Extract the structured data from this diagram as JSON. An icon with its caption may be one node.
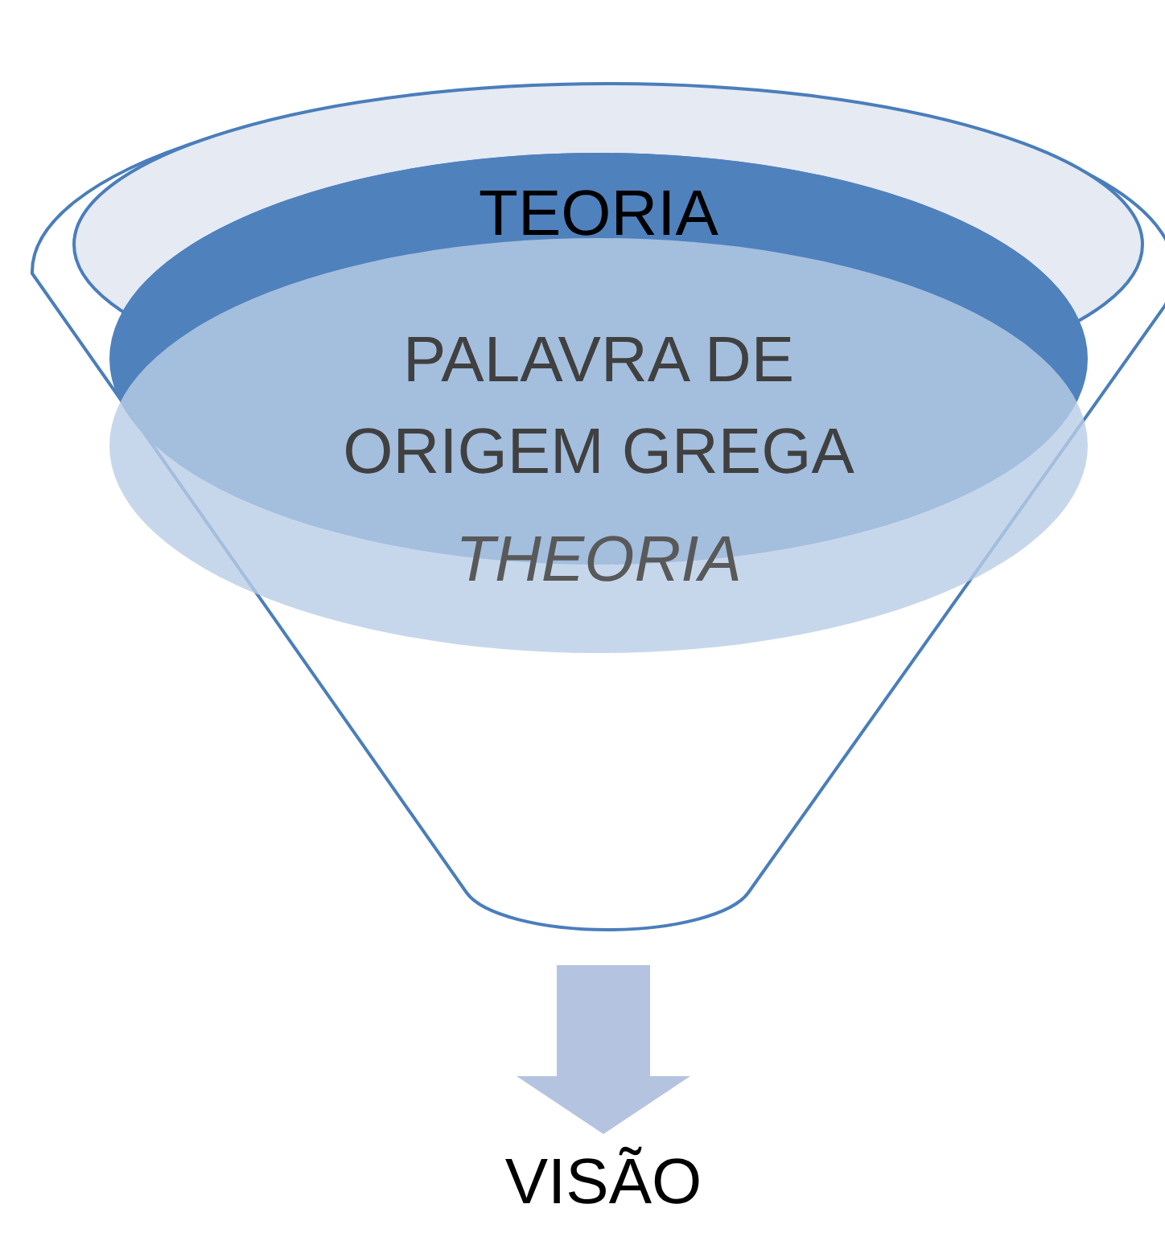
{
  "diagram": {
    "nodes": [
      {
        "text": [],
        "shape": "funnel"
      },
      {
        "text": [
          "TEORIA"
        ],
        "in": 0
      },
      {
        "text": [
          "PALAVRA DE ORIGEM GREGA",
          "THEORIA"
        ],
        "in": 0
      },
      {
        "text": [
          "VISÃO"
        ]
      }
    ],
    "edges": [
      {
        "from": 0,
        "to": 3,
        "arrow": "to"
      }
    ]
  }
}
